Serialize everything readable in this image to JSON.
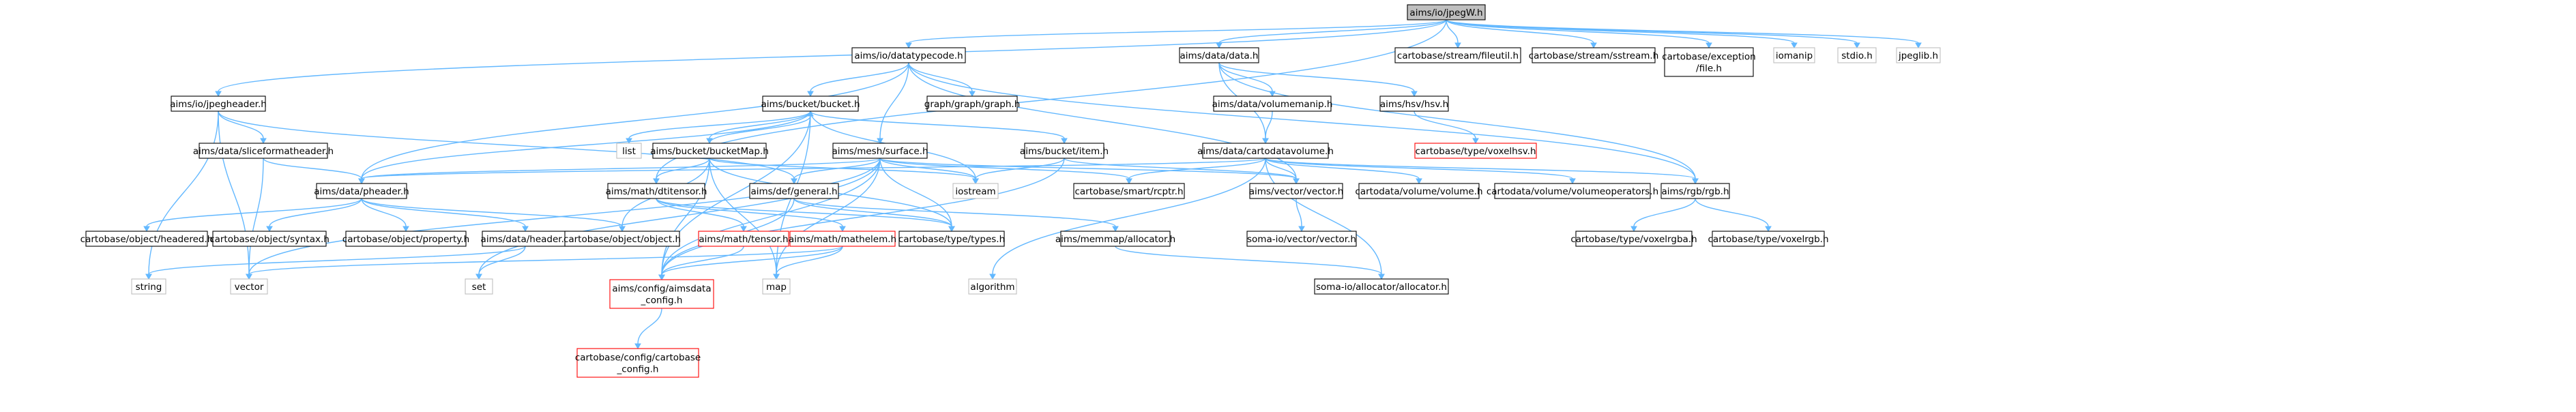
{
  "colors": {
    "root_fill": "#bfbfbf",
    "node_fill": "#ffffff",
    "border_normal": "#000000",
    "border_external": "#bfbfbf",
    "border_truncated": "#ff0000",
    "edge": "#63b8ff"
  },
  "nodes": [
    {
      "id": "jpegw",
      "lines": [
        "aims/io/jpegW.h"
      ],
      "kind": "root"
    },
    {
      "id": "jpegheader",
      "lines": [
        "aims/io/jpegheader.h"
      ],
      "kind": "normal"
    },
    {
      "id": "datatypecode",
      "lines": [
        "aims/io/datatypecode.h"
      ],
      "kind": "normal"
    },
    {
      "id": "data",
      "lines": [
        "aims/data/data.h"
      ],
      "kind": "normal"
    },
    {
      "id": "fileutil",
      "lines": [
        "cartobase/stream/fileutil.h"
      ],
      "kind": "normal"
    },
    {
      "id": "sstream",
      "lines": [
        "cartobase/stream/sstream.h"
      ],
      "kind": "normal"
    },
    {
      "id": "exfile",
      "lines": [
        "cartobase/exception",
        "/file.h"
      ],
      "kind": "normal"
    },
    {
      "id": "iomanip",
      "lines": [
        "iomanip"
      ],
      "kind": "external"
    },
    {
      "id": "stdio",
      "lines": [
        "stdio.h"
      ],
      "kind": "external"
    },
    {
      "id": "jpeglib",
      "lines": [
        "jpeglib.h"
      ],
      "kind": "external"
    },
    {
      "id": "bucket",
      "lines": [
        "aims/bucket/bucket.h"
      ],
      "kind": "normal"
    },
    {
      "id": "graph",
      "lines": [
        "graph/graph/graph.h"
      ],
      "kind": "normal"
    },
    {
      "id": "volumemanip",
      "lines": [
        "aims/data/volumemanip.h"
      ],
      "kind": "normal"
    },
    {
      "id": "hsv",
      "lines": [
        "aims/hsv/hsv.h"
      ],
      "kind": "normal"
    },
    {
      "id": "voxelhsv",
      "lines": [
        "cartobase/type/voxelhsv.h"
      ],
      "kind": "truncated"
    },
    {
      "id": "sliceformat",
      "lines": [
        "aims/data/sliceformatheader.h"
      ],
      "kind": "normal"
    },
    {
      "id": "list",
      "lines": [
        "list"
      ],
      "kind": "external"
    },
    {
      "id": "bucketmap",
      "lines": [
        "aims/bucket/bucketMap.h"
      ],
      "kind": "normal"
    },
    {
      "id": "surface",
      "lines": [
        "aims/mesh/surface.h"
      ],
      "kind": "normal"
    },
    {
      "id": "item",
      "lines": [
        "aims/bucket/item.h"
      ],
      "kind": "normal"
    },
    {
      "id": "cartodatavolume",
      "lines": [
        "aims/data/cartodatavolume.h"
      ],
      "kind": "normal"
    },
    {
      "id": "pheader",
      "lines": [
        "aims/data/pheader.h"
      ],
      "kind": "normal"
    },
    {
      "id": "dtitensor",
      "lines": [
        "aims/math/dtitensor.h"
      ],
      "kind": "normal"
    },
    {
      "id": "general",
      "lines": [
        "aims/def/general.h"
      ],
      "kind": "normal"
    },
    {
      "id": "iostream",
      "lines": [
        "iostream"
      ],
      "kind": "external"
    },
    {
      "id": "rcptr",
      "lines": [
        "cartobase/smart/rcptr.h"
      ],
      "kind": "normal"
    },
    {
      "id": "vector_h",
      "lines": [
        "aims/vector/vector.h"
      ],
      "kind": "normal"
    },
    {
      "id": "volumeh",
      "lines": [
        "cartodata/volume/volume.h"
      ],
      "kind": "normal"
    },
    {
      "id": "volumeops",
      "lines": [
        "cartodata/volume/volumeoperators.h"
      ],
      "kind": "normal"
    },
    {
      "id": "rgb",
      "lines": [
        "aims/rgb/rgb.h"
      ],
      "kind": "normal"
    },
    {
      "id": "headered",
      "lines": [
        "cartobase/object/headered.h"
      ],
      "kind": "normal"
    },
    {
      "id": "syntax",
      "lines": [
        "cartobase/object/syntax.h"
      ],
      "kind": "normal"
    },
    {
      "id": "property",
      "lines": [
        "cartobase/object/property.h"
      ],
      "kind": "normal"
    },
    {
      "id": "header",
      "lines": [
        "aims/data/header.h"
      ],
      "kind": "normal"
    },
    {
      "id": "object",
      "lines": [
        "cartobase/object/object.h"
      ],
      "kind": "normal"
    },
    {
      "id": "tensor",
      "lines": [
        "aims/math/tensor.h"
      ],
      "kind": "truncated"
    },
    {
      "id": "mathelem",
      "lines": [
        "aims/math/mathelem.h"
      ],
      "kind": "truncated"
    },
    {
      "id": "types",
      "lines": [
        "cartobase/type/types.h"
      ],
      "kind": "normal"
    },
    {
      "id": "allocator",
      "lines": [
        "aims/memmap/allocator.h"
      ],
      "kind": "normal"
    },
    {
      "id": "somavector",
      "lines": [
        "soma-io/vector/vector.h"
      ],
      "kind": "normal"
    },
    {
      "id": "voxelrgba",
      "lines": [
        "cartobase/type/voxelrgba.h"
      ],
      "kind": "normal"
    },
    {
      "id": "voxelrgb",
      "lines": [
        "cartobase/type/voxelrgb.h"
      ],
      "kind": "normal"
    },
    {
      "id": "string",
      "lines": [
        "string"
      ],
      "kind": "external"
    },
    {
      "id": "vector",
      "lines": [
        "vector"
      ],
      "kind": "external"
    },
    {
      "id": "set",
      "lines": [
        "set"
      ],
      "kind": "external"
    },
    {
      "id": "aimsdata_config",
      "lines": [
        "aims/config/aimsdata",
        "_config.h"
      ],
      "kind": "truncated"
    },
    {
      "id": "map",
      "lines": [
        "map"
      ],
      "kind": "external"
    },
    {
      "id": "algorithm",
      "lines": [
        "algorithm"
      ],
      "kind": "external"
    },
    {
      "id": "somaallocator",
      "lines": [
        "soma-io/allocator/allocator.h"
      ],
      "kind": "normal"
    },
    {
      "id": "cartobase_config",
      "lines": [
        "cartobase/config/cartobase",
        "_config.h"
      ],
      "kind": "truncated"
    }
  ],
  "edges": [
    [
      "jpegw",
      "jpegheader"
    ],
    [
      "jpegw",
      "datatypecode"
    ],
    [
      "jpegw",
      "data"
    ],
    [
      "jpegw",
      "fileutil"
    ],
    [
      "jpegw",
      "sstream"
    ],
    [
      "jpegw",
      "exfile"
    ],
    [
      "jpegw",
      "iomanip"
    ],
    [
      "jpegw",
      "stdio"
    ],
    [
      "jpegw",
      "jpeglib"
    ],
    [
      "jpegw",
      "dtitensor"
    ],
    [
      "jpegheader",
      "sliceformat"
    ],
    [
      "jpegheader",
      "general"
    ],
    [
      "jpegheader",
      "string"
    ],
    [
      "jpegheader",
      "vector"
    ],
    [
      "datatypecode",
      "bucket"
    ],
    [
      "datatypecode",
      "graph"
    ],
    [
      "datatypecode",
      "surface"
    ],
    [
      "datatypecode",
      "pheader"
    ],
    [
      "datatypecode",
      "vector_h"
    ],
    [
      "datatypecode",
      "rgb"
    ],
    [
      "data",
      "volumemanip"
    ],
    [
      "data",
      "hsv"
    ],
    [
      "data",
      "cartodatavolume"
    ],
    [
      "data",
      "rgb"
    ],
    [
      "hsv",
      "voxelhsv"
    ],
    [
      "volumemanip",
      "cartodatavolume"
    ],
    [
      "sliceformat",
      "pheader"
    ],
    [
      "sliceformat",
      "vector"
    ],
    [
      "bucket",
      "list"
    ],
    [
      "bucket",
      "bucketmap"
    ],
    [
      "bucket",
      "item"
    ],
    [
      "bucket",
      "pheader"
    ],
    [
      "bucket",
      "iostream"
    ],
    [
      "bucket",
      "map"
    ],
    [
      "bucket",
      "aimsdata_config"
    ],
    [
      "bucketmap",
      "bucket"
    ],
    [
      "bucketmap",
      "dtitensor"
    ],
    [
      "bucketmap",
      "object"
    ],
    [
      "bucketmap",
      "iostream"
    ],
    [
      "bucketmap",
      "types"
    ],
    [
      "bucketmap",
      "map"
    ],
    [
      "bucketmap",
      "aimsdata_config"
    ],
    [
      "surface",
      "pheader"
    ],
    [
      "surface",
      "general"
    ],
    [
      "surface",
      "iostream"
    ],
    [
      "surface",
      "rcptr"
    ],
    [
      "surface",
      "vector_h"
    ],
    [
      "surface",
      "types"
    ],
    [
      "surface",
      "vector"
    ],
    [
      "surface",
      "set"
    ],
    [
      "surface",
      "aimsdata_config"
    ],
    [
      "surface",
      "map"
    ],
    [
      "item",
      "iostream"
    ],
    [
      "item",
      "vector_h"
    ],
    [
      "item",
      "aimsdata_config"
    ],
    [
      "cartodatavolume",
      "pheader"
    ],
    [
      "cartodatavolume",
      "rcptr"
    ],
    [
      "cartodatavolume",
      "vector_h"
    ],
    [
      "cartodatavolume",
      "volumeh"
    ],
    [
      "cartodatavolume",
      "volumeops"
    ],
    [
      "cartodatavolume",
      "rgb"
    ],
    [
      "cartodatavolume",
      "somaallocator"
    ],
    [
      "cartodatavolume",
      "algorithm"
    ],
    [
      "pheader",
      "headered"
    ],
    [
      "pheader",
      "syntax"
    ],
    [
      "pheader",
      "property"
    ],
    [
      "pheader",
      "header"
    ],
    [
      "pheader",
      "object"
    ],
    [
      "header",
      "string"
    ],
    [
      "header",
      "set"
    ],
    [
      "dtitensor",
      "tensor"
    ],
    [
      "dtitensor",
      "mathelem"
    ],
    [
      "dtitensor",
      "types"
    ],
    [
      "tensor",
      "aimsdata_config"
    ],
    [
      "mathelem",
      "aimsdata_config"
    ],
    [
      "mathelem",
      "vector"
    ],
    [
      "mathelem",
      "map"
    ],
    [
      "general",
      "types"
    ],
    [
      "general",
      "allocator"
    ],
    [
      "general",
      "aimsdata_config"
    ],
    [
      "allocator",
      "somaallocator"
    ],
    [
      "vector_h",
      "somavector"
    ],
    [
      "rgb",
      "voxelrgba"
    ],
    [
      "rgb",
      "voxelrgb"
    ],
    [
      "aimsdata_config",
      "cartobase_config"
    ]
  ]
}
